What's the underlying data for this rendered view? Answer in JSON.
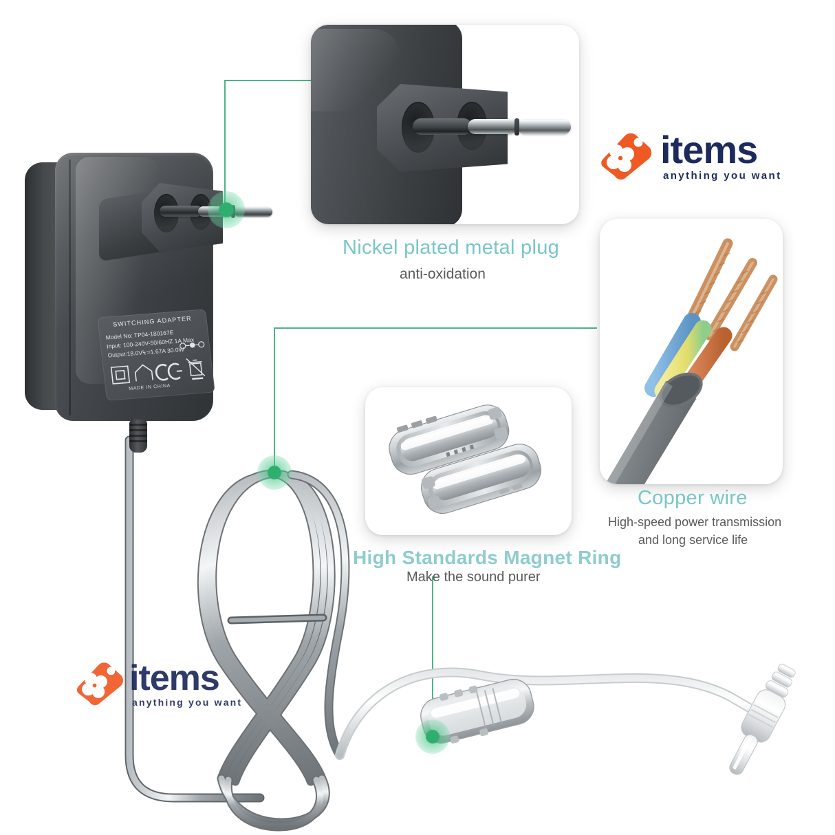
{
  "brand": {
    "name": "items",
    "tagline": "anything you want",
    "tag_color": "#ef5a24",
    "word_color": "#1d2a5c"
  },
  "callouts": [
    {
      "id": "nickel-plug",
      "title": "Nickel plated metal plug",
      "subtitle": "anti-oxidation",
      "title_style": "regular"
    },
    {
      "id": "copper-wire",
      "title": "Copper wire",
      "subtitle_line1": "High-speed power transmission",
      "subtitle_line2": "and long service life",
      "title_style": "regular"
    },
    {
      "id": "magnet-ring",
      "title": "High Standards Magnet Ring",
      "subtitle": "Make the sound purer",
      "title_style": "bold"
    }
  ],
  "adapter_label": {
    "heading": "SWITCHING ADAPTER",
    "model": "Model No: TP04-180167E",
    "input": "Input: 100-240V-50/60HZ 1A Max",
    "output": "Output:18.0V⏧=1.67A 30.0W",
    "origin": "MADE IN CHINA",
    "marks": [
      "class-ii-icon",
      "indoor-use-icon",
      "ce-mark-icon",
      "weee-bin-icon",
      "polarity-icon"
    ]
  },
  "colors": {
    "accent_green": "#4cb387",
    "hotspot_green": "#2fae6e",
    "caption_teal": "#79c6c8",
    "caption_teal_bold": "#8ecccd",
    "caption_gray": "#5a5a5a",
    "body_dark": "#3c4044",
    "background": "#ffffff"
  },
  "wire_cores": [
    {
      "name": "neutral-blue-core",
      "color": "#6fa8dc"
    },
    {
      "name": "earth-yellow-green-core",
      "color": "#efe37a"
    },
    {
      "name": "live-brown-core",
      "color": "#d2733f"
    }
  ],
  "hotspots": [
    {
      "id": "plug-pin-hotspot"
    },
    {
      "id": "cable-coil-hotspot"
    },
    {
      "id": "ferrite-bead-hotspot"
    }
  ]
}
